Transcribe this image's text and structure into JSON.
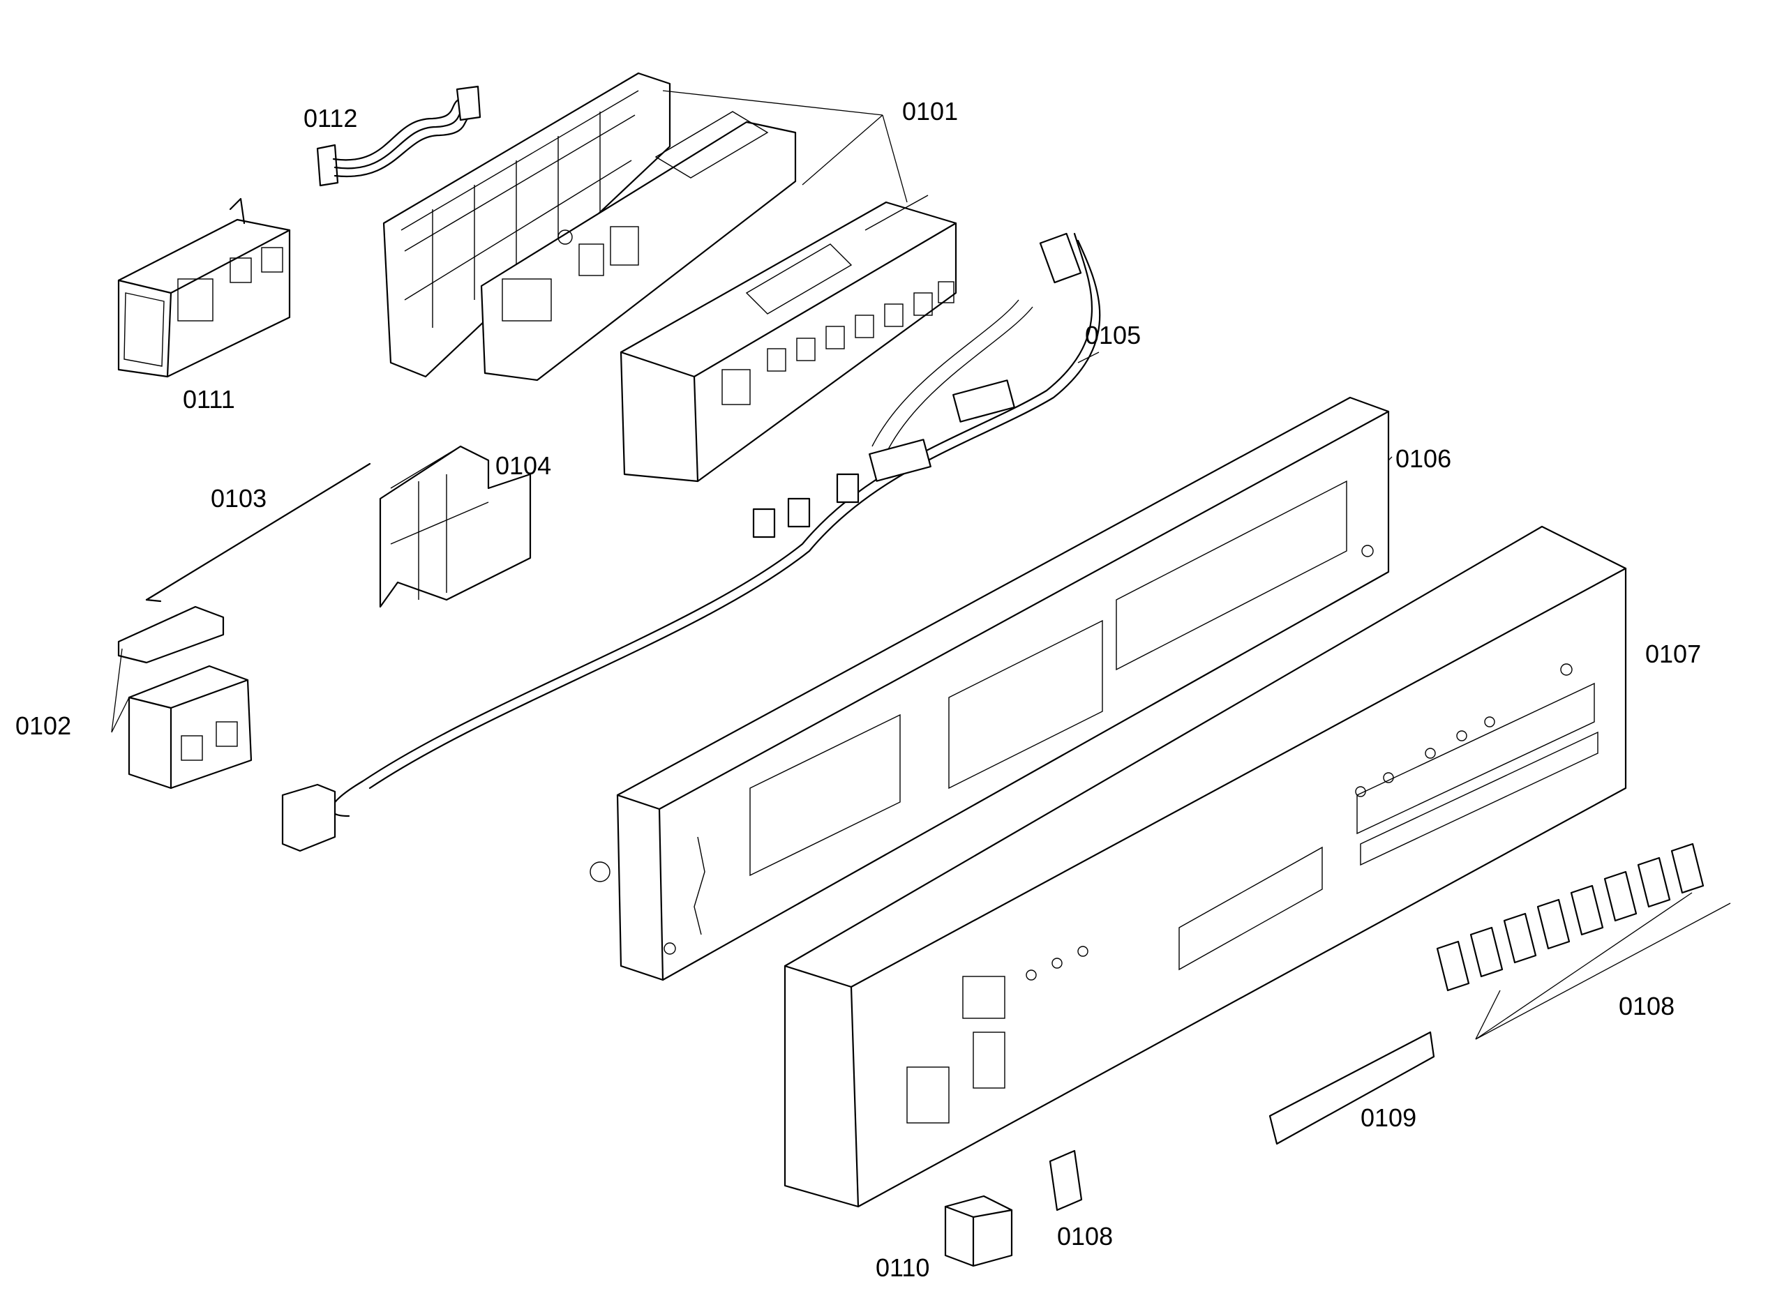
{
  "diagram": {
    "labels": {
      "p0101": "0101",
      "p0102": "0102",
      "p0103": "0103",
      "p0104": "0104",
      "p0105": "0105",
      "p0106": "0106",
      "p0107": "0107",
      "p0108a": "0108",
      "p0108b": "0108",
      "p0109": "0109",
      "p0110": "0110",
      "p0111": "0111",
      "p0112": "0112"
    }
  }
}
